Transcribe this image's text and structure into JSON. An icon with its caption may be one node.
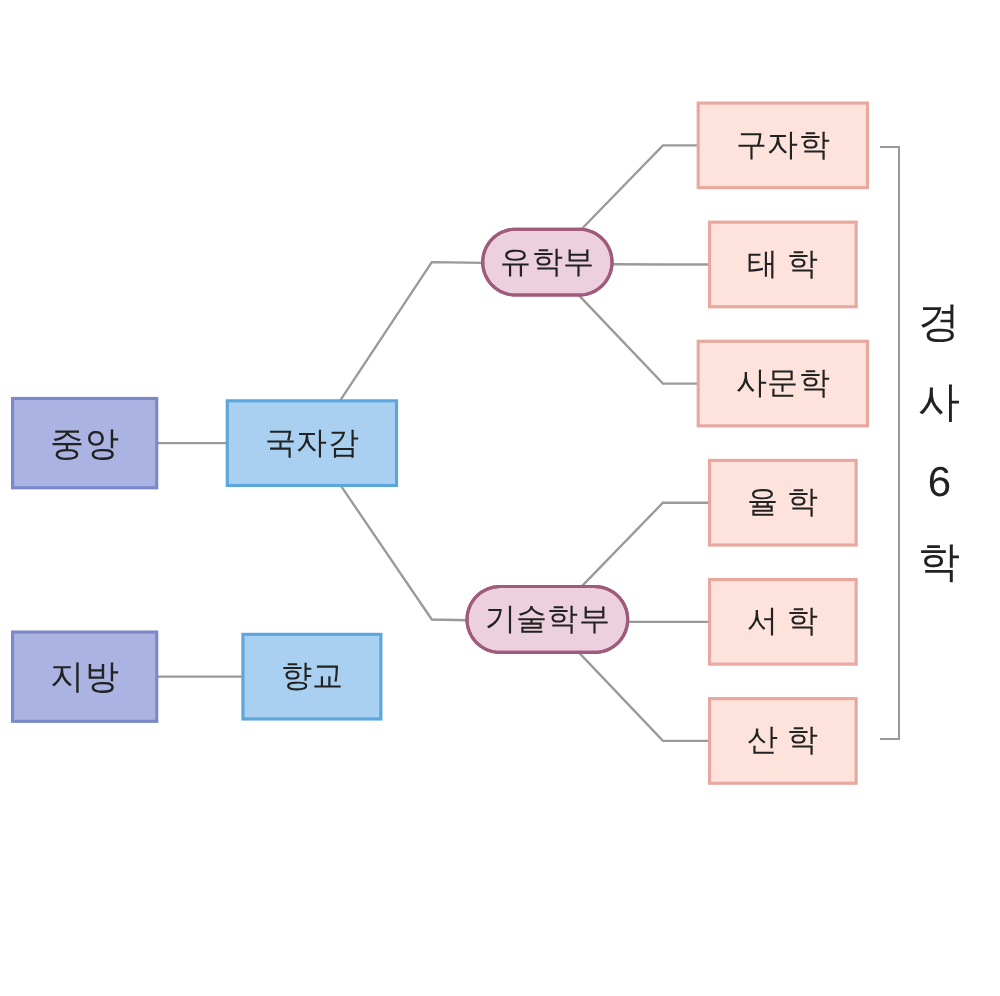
{
  "diagram": {
    "nodes": [
      {
        "text": [
          "중앙"
        ]
      },
      {
        "text": [
          "국자감"
        ]
      },
      {
        "text": [
          "유학부"
        ]
      },
      {
        "text": [
          "기술학부"
        ]
      },
      {
        "text": [
          "구자학"
        ]
      },
      {
        "text": [
          "태 학"
        ]
      },
      {
        "text": [
          "사문학"
        ]
      },
      {
        "text": [
          "율 학"
        ]
      },
      {
        "text": [
          "서 학"
        ]
      },
      {
        "text": [
          "산 학"
        ]
      },
      {
        "text": [
          "지방"
        ]
      },
      {
        "text": [
          "향교"
        ]
      }
    ],
    "edges": [
      {
        "from": 0,
        "to": 1,
        "arrow": "none"
      },
      {
        "from": 1,
        "to": 2,
        "arrow": "none"
      },
      {
        "from": 1,
        "to": 3,
        "arrow": "none"
      },
      {
        "from": 2,
        "to": 4,
        "arrow": "none"
      },
      {
        "from": 2,
        "to": 5,
        "arrow": "none"
      },
      {
        "from": 2,
        "to": 6,
        "arrow": "none"
      },
      {
        "from": 3,
        "to": 7,
        "arrow": "none"
      },
      {
        "from": 3,
        "to": 8,
        "arrow": "none"
      },
      {
        "from": 3,
        "to": 9,
        "arrow": "none"
      },
      {
        "from": 10,
        "to": 11,
        "arrow": "none"
      }
    ],
    "labels": [
      "경사6학"
    ]
  }
}
